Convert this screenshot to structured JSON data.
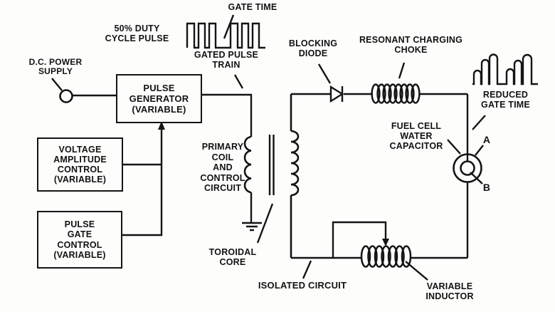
{
  "colors": {
    "ink": "#141414",
    "background": "#fdfdfc"
  },
  "labels": {
    "duty_cycle": [
      "50% DUTY",
      "CYCLE PULSE"
    ],
    "gate_time": "GATE TIME",
    "gated_pulse_train": [
      "GATED PULSE",
      "TRAIN"
    ],
    "dc_power": [
      "D.C. POWER",
      "SUPPLY"
    ],
    "blocking_diode": [
      "BLOCKING",
      "DIODE"
    ],
    "resonant_choke": [
      "RESONANT CHARGING",
      "CHOKE"
    ],
    "reduced_gate_time": [
      "REDUCED",
      "GATE TIME"
    ],
    "fuel_cell": [
      "FUEL CELL",
      "WATER",
      "CAPACITOR"
    ],
    "terminal_a": "A",
    "terminal_b": "B",
    "primary_coil": [
      "PRIMARY",
      "COIL",
      "AND",
      "CONTROL",
      "CIRCUIT"
    ],
    "toroidal_core": [
      "TOROIDAL",
      "CORE"
    ],
    "isolated_circuit": "ISOLATED CIRCUIT",
    "variable_inductor": [
      "VARIABLE",
      "INDUCTOR"
    ]
  },
  "boxes": {
    "pulse_generator": [
      "PULSE",
      "GENERATOR",
      "(VARIABLE)"
    ],
    "voltage_amplitude": [
      "VOLTAGE",
      "AMPLITUDE",
      "CONTROL",
      "(VARIABLE)"
    ],
    "pulse_gate": [
      "PULSE",
      "GATE",
      "CONTROL",
      "(VARIABLE)"
    ]
  }
}
